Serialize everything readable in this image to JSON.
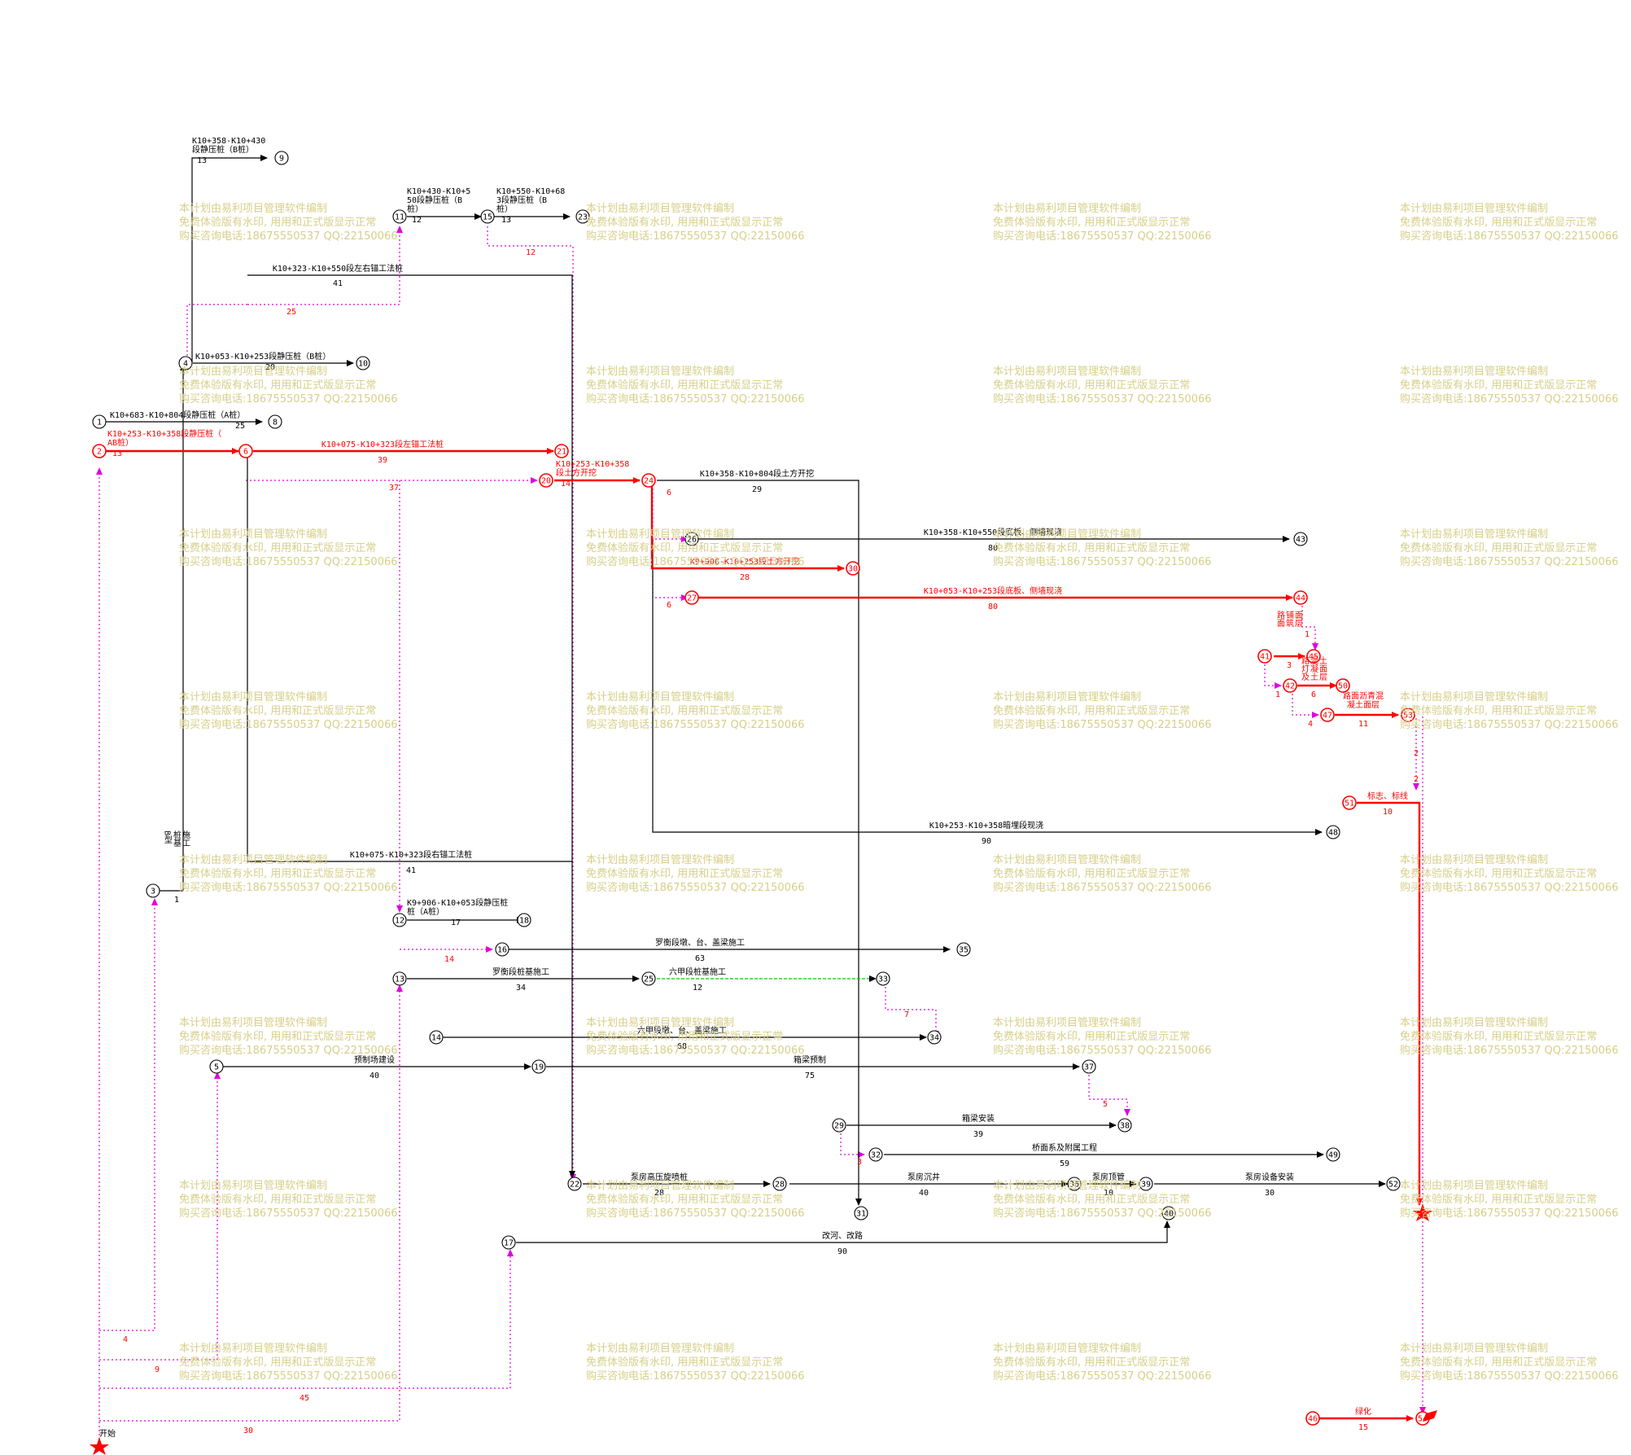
{
  "colors": {
    "critical": "#ff0000",
    "normal": "#000000",
    "dummy": "#e000e0",
    "free": "#00cc00",
    "watermark": "#d6cf88"
  },
  "watermark": {
    "line1": "本计划由易利项目管理软件编制",
    "line2": "免费体验版有水印, 用用和正式版显示正常",
    "line3": "购买咨询电话:18675550537 QQ:22150066"
  },
  "start_label": "开始",
  "nodes": [
    "1",
    "2",
    "3",
    "4",
    "5",
    "6",
    "8",
    "9",
    "10",
    "11",
    "12",
    "13",
    "14",
    "15",
    "16",
    "17",
    "18",
    "19",
    "20",
    "21",
    "22",
    "23",
    "24",
    "25",
    "26",
    "27",
    "28",
    "29",
    "30",
    "31",
    "32",
    "33",
    "34",
    "35",
    "36",
    "37",
    "38",
    "39",
    "40",
    "41",
    "42",
    "43",
    "44",
    "45",
    "46",
    "47",
    "48",
    "49",
    "50",
    "51",
    "52",
    "53",
    "54"
  ],
  "activities": [
    {
      "id": "a9",
      "label": "K10+358-K10+430",
      "label2": "段静压桩（B桩）",
      "duration": "13"
    },
    {
      "id": "a11",
      "label": "K10+430-K10+5",
      "label2": "50段静压桩（B",
      "label3": "桩）",
      "duration": "12"
    },
    {
      "id": "a15",
      "label": "K10+550-K10+68",
      "label2": "3段静压桩（B",
      "label3": "桩）",
      "duration": "13"
    },
    {
      "id": "aL",
      "label": "K10+323-K10+550段左右锚工法桩",
      "duration": "41"
    },
    {
      "id": "a10",
      "label": "K10+053-K10+253段静压桩（B桩）",
      "duration": "20"
    },
    {
      "id": "a1",
      "label": "K10+683-K10+804段静压桩（A桩）",
      "duration": "25"
    },
    {
      "id": "a2",
      "label": "K10+253-K10+358段静压桩（",
      "label2": "AB桩）",
      "duration": "13"
    },
    {
      "id": "a6",
      "label": "K10+075-K10+323段左锚工法桩",
      "duration": "39"
    },
    {
      "id": "a20",
      "label": "K10+253-K10+358",
      "label2": "段土方开挖",
      "duration": "14"
    },
    {
      "id": "a24",
      "label": "K10+358-K10+804段土方开挖",
      "duration": "29"
    },
    {
      "id": "a26",
      "label": "K10+358-K10+550段底板、侧墙现浇",
      "duration": "80"
    },
    {
      "id": "a30",
      "label": "K9+906-K10+253段土方开挖",
      "duration": "28"
    },
    {
      "id": "a27",
      "label": "K10+053-K10+253段底板、侧墙现浇",
      "duration": "80"
    },
    {
      "id": "a44",
      "label": "路面",
      "label2": "铺筑",
      "label3": "面层",
      "duration": "3"
    },
    {
      "id": "a42",
      "label": "路灯及",
      "label2": "混凝土",
      "label3": "土面层",
      "duration": "6"
    },
    {
      "id": "a47",
      "label": "路面沥青混",
      "label2": "凝土面层",
      "duration": "11"
    },
    {
      "id": "a51",
      "label": "标志、标线",
      "duration": "10"
    },
    {
      "id": "a48",
      "label": "K10+253-K10+358暗埋段现浇",
      "duration": "90"
    },
    {
      "id": "aR",
      "label": "K10+075-K10+323段右锚工法桩",
      "duration": "41"
    },
    {
      "id": "a3",
      "label": "B型",
      "label2": "桩基",
      "label3": "施工",
      "duration": "1"
    },
    {
      "id": "a12",
      "label": "K9+906-K10+053段静压桩",
      "label2": "桩（A桩）",
      "duration": "17"
    },
    {
      "id": "a16",
      "label": "罗衡段墩、台、盖梁施工",
      "duration": "63"
    },
    {
      "id": "a13",
      "label": "罗衡段桩基施工",
      "duration": "34"
    },
    {
      "id": "a25",
      "label": "六甲段桩基施工",
      "duration": "12"
    },
    {
      "id": "a14",
      "label": "六甲段墩、台、盖梁施工",
      "duration": "68"
    },
    {
      "id": "a5",
      "label": "预制场建设",
      "duration": "40"
    },
    {
      "id": "a19",
      "label": "箱梁预制",
      "duration": "75"
    },
    {
      "id": "a29",
      "label": "箱梁安装",
      "duration": "39"
    },
    {
      "id": "a32",
      "label": "桥面系及附属工程",
      "duration": "59"
    },
    {
      "id": "a22",
      "label": "泵房高压旋喷桩",
      "duration": "28"
    },
    {
      "id": "a28",
      "label": "泵房沉井",
      "duration": "40"
    },
    {
      "id": "a36",
      "label": "泵房顶管",
      "duration": "10"
    },
    {
      "id": "a39",
      "label": "泵房设备安装",
      "duration": "30"
    },
    {
      "id": "a17",
      "label": "改河、改路",
      "duration": "90"
    },
    {
      "id": "a46",
      "label": "绿化",
      "duration": "15"
    }
  ],
  "dummy_labels": [
    "25",
    "37",
    "12",
    "14",
    "7",
    "5",
    "6",
    "6",
    "1",
    "1",
    "4",
    "2",
    "2",
    "3",
    "4",
    "9",
    "45",
    "30"
  ]
}
